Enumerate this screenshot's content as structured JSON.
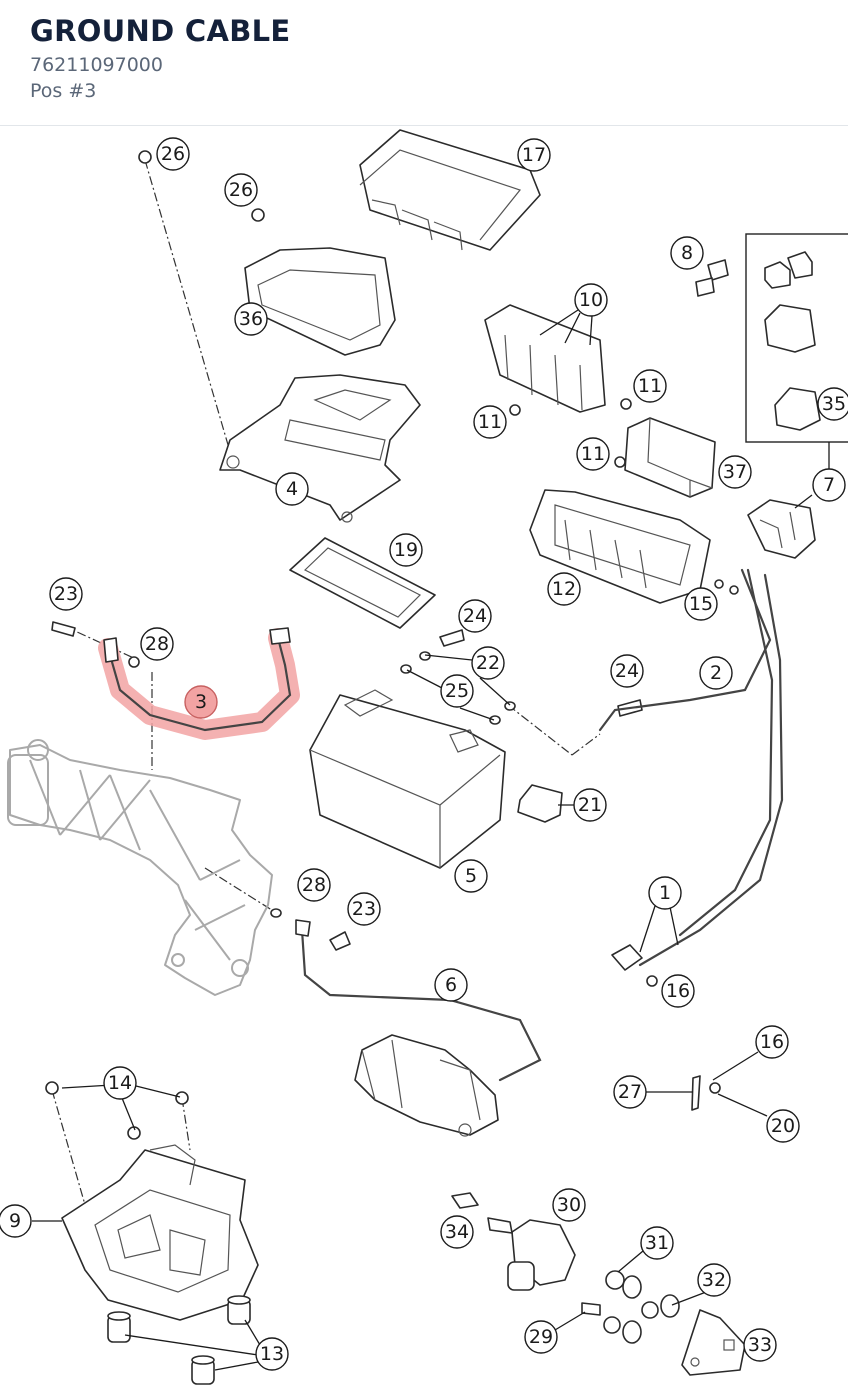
{
  "header": {
    "title": "GROUND CABLE",
    "part_number": "76211097000",
    "position": "Pos #3"
  },
  "diagram": {
    "highlighted_callout": "3",
    "callouts": [
      "1",
      "2",
      "3",
      "4",
      "5",
      "6",
      "7",
      "8",
      "9",
      "10",
      "11",
      "12",
      "13",
      "14",
      "15",
      "16",
      "17",
      "19",
      "20",
      "21",
      "22",
      "23",
      "24",
      "25",
      "26",
      "27",
      "28",
      "29",
      "30",
      "31",
      "32",
      "33",
      "34",
      "35",
      "36",
      "37"
    ]
  },
  "colors": {
    "title": "#14213a",
    "subtitle": "#5b6778",
    "highlight": "#f2a3a3",
    "line": "#1b1b1b"
  }
}
